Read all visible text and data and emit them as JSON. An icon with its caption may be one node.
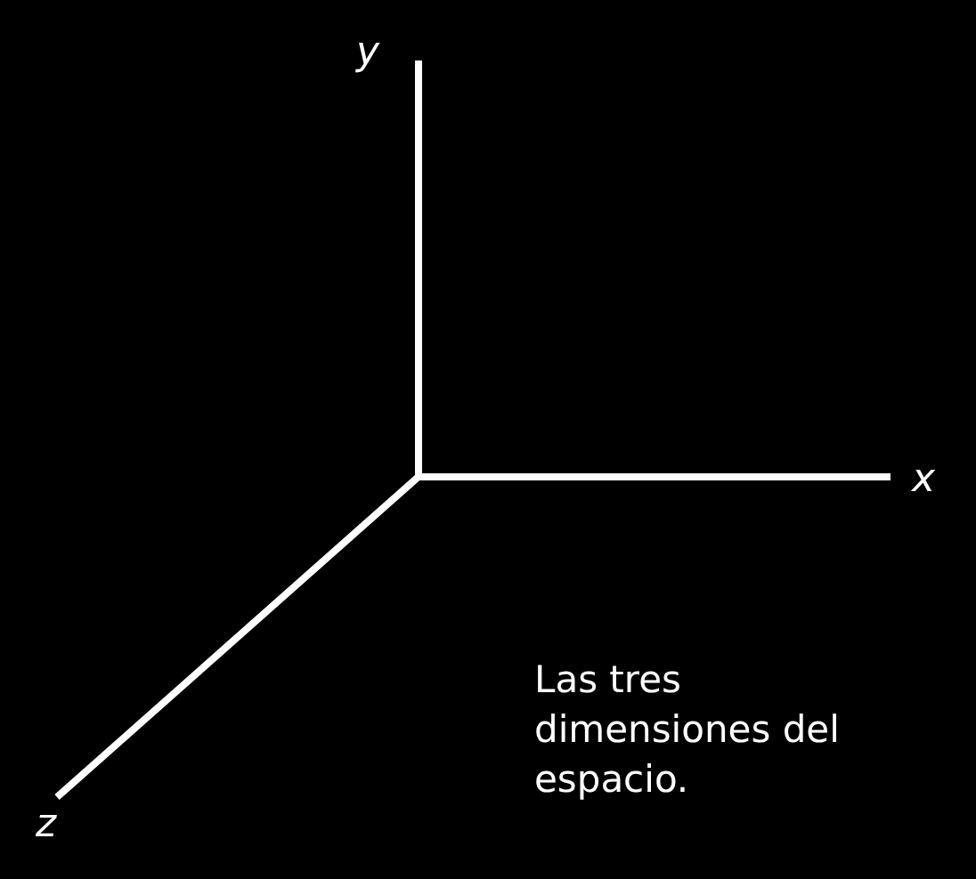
{
  "diagram": {
    "caption": "Las tres dimensiones del espacio.",
    "labels": [
      "y",
      "x",
      "z"
    ]
  }
}
